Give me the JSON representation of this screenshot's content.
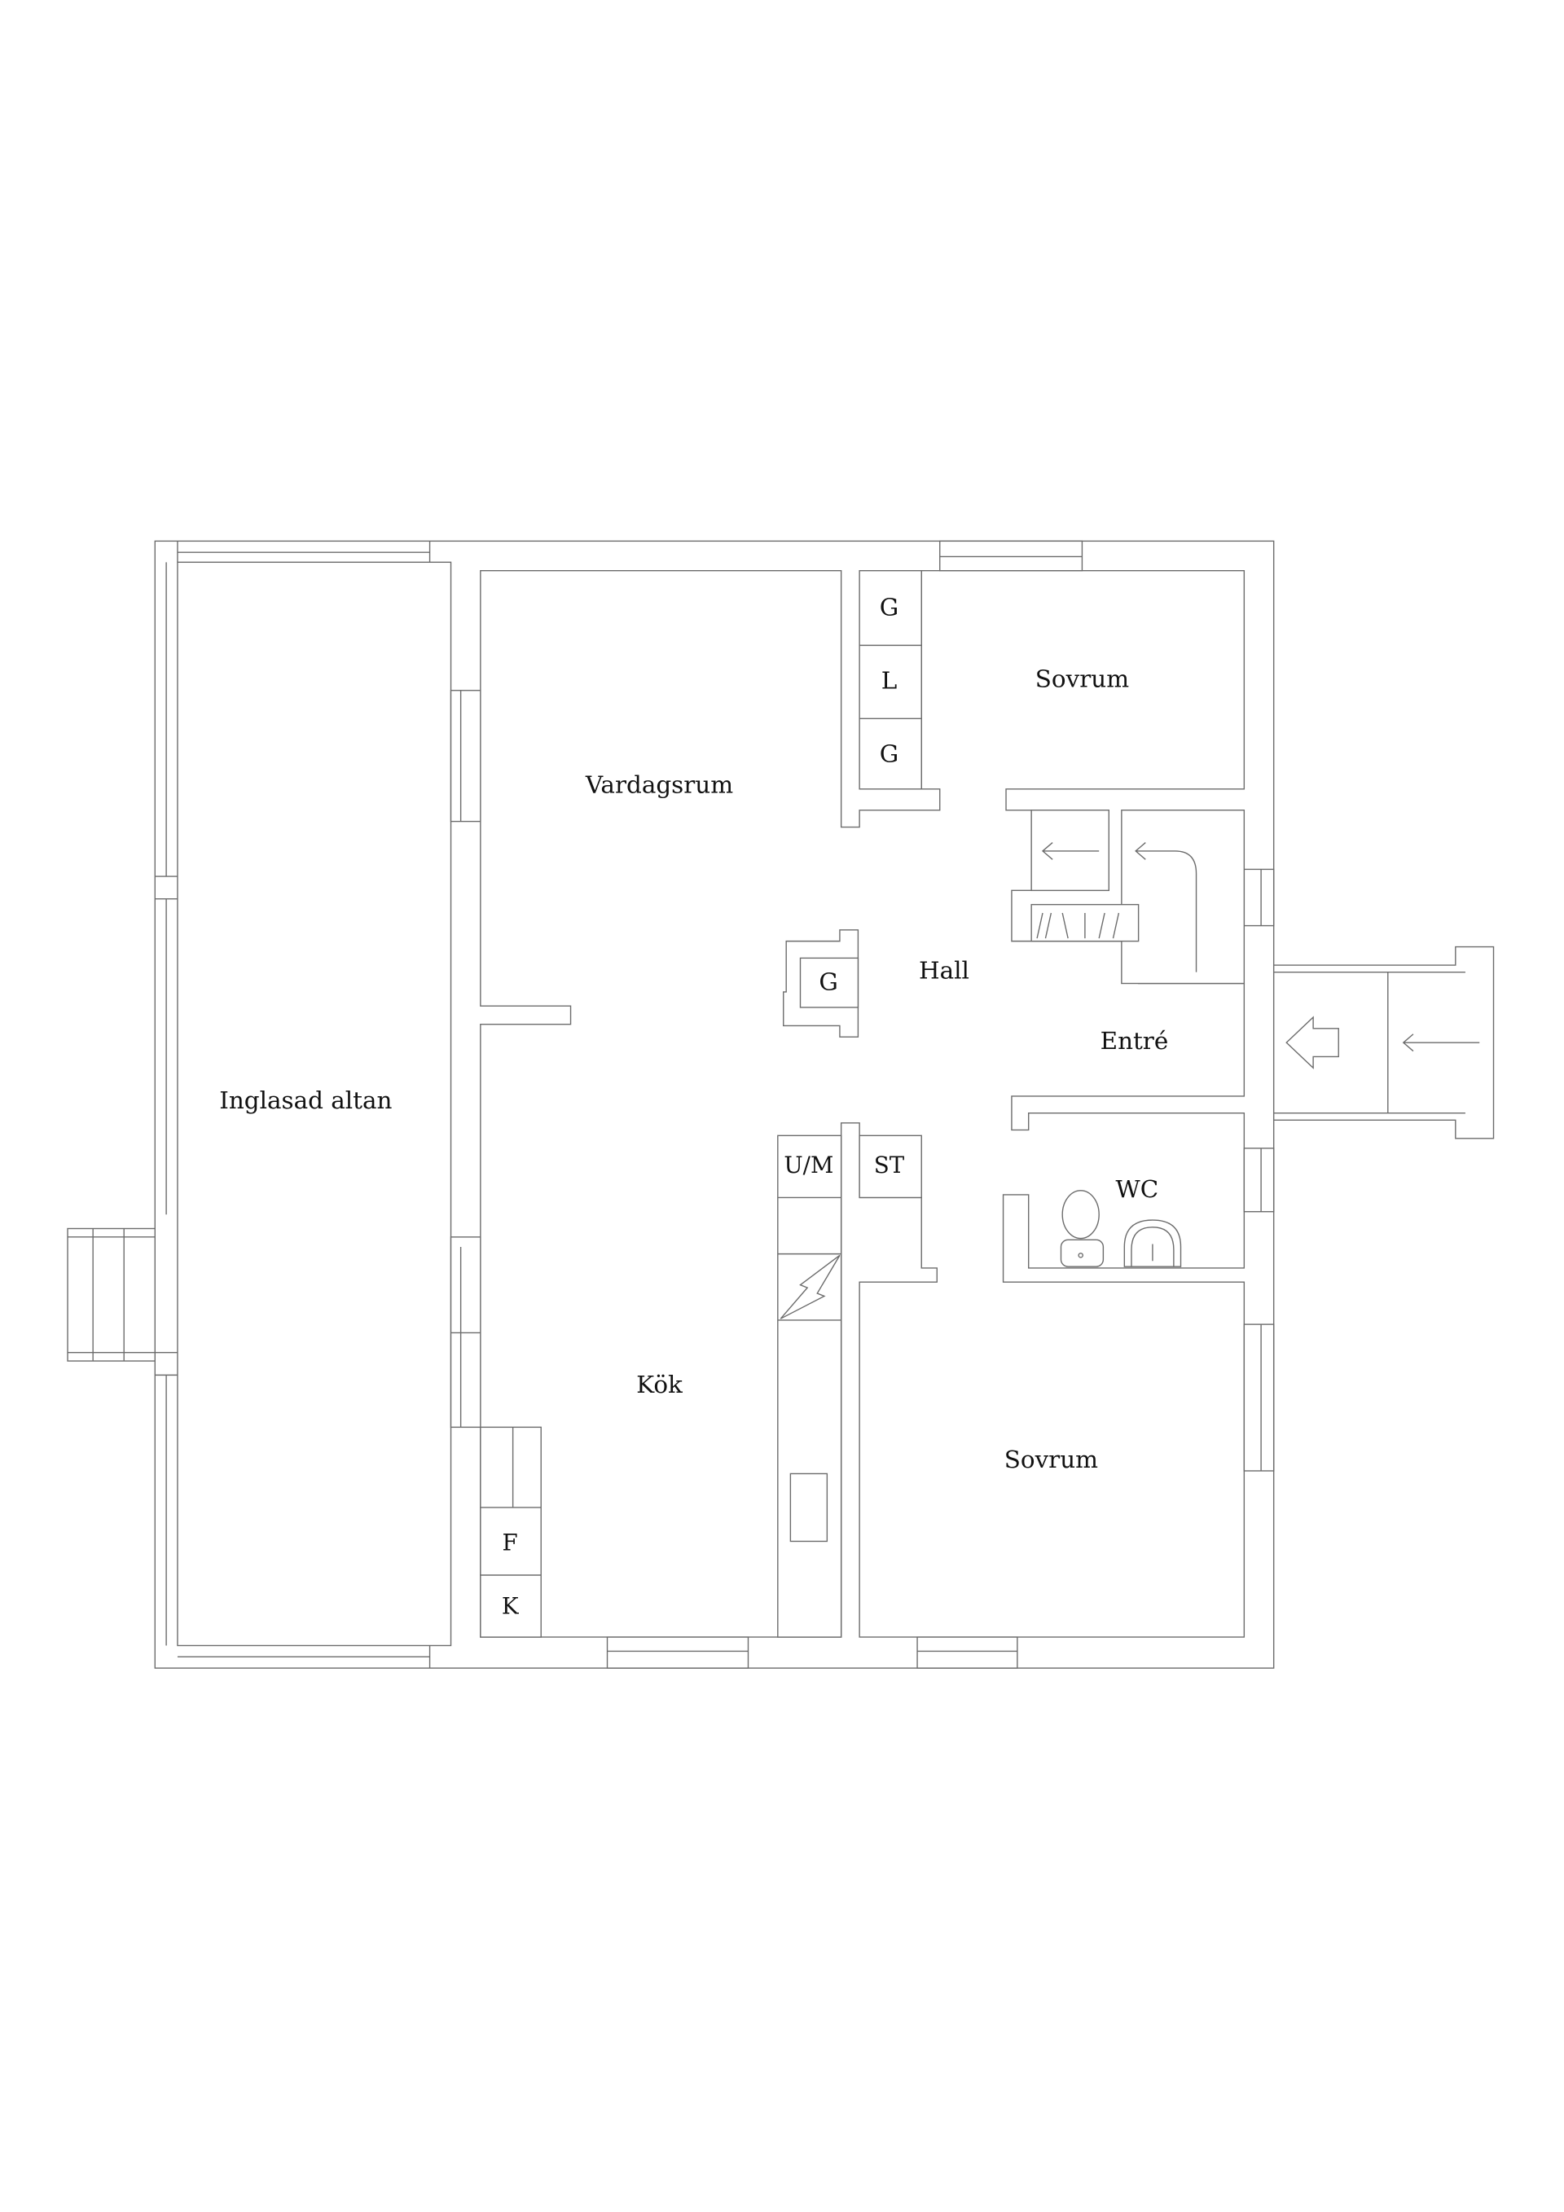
{
  "rooms": {
    "altan": "Inglasad altan",
    "vardagsrum": "Vardagsrum",
    "sovrum_top": "Sovrum",
    "hall": "Hall",
    "entre": "Entré",
    "kok": "Kök",
    "wc": "WC",
    "sovrum_bottom": "Sovrum"
  },
  "fixtures": {
    "closet_g1": "G",
    "closet_l": "L",
    "closet_g2": "G",
    "fireplace_g": "G",
    "um": "U/M",
    "st": "ST",
    "f": "F",
    "k": "K"
  },
  "colors": {
    "line": "#6b6b6b",
    "text": "#111111",
    "background": "#ffffff"
  }
}
